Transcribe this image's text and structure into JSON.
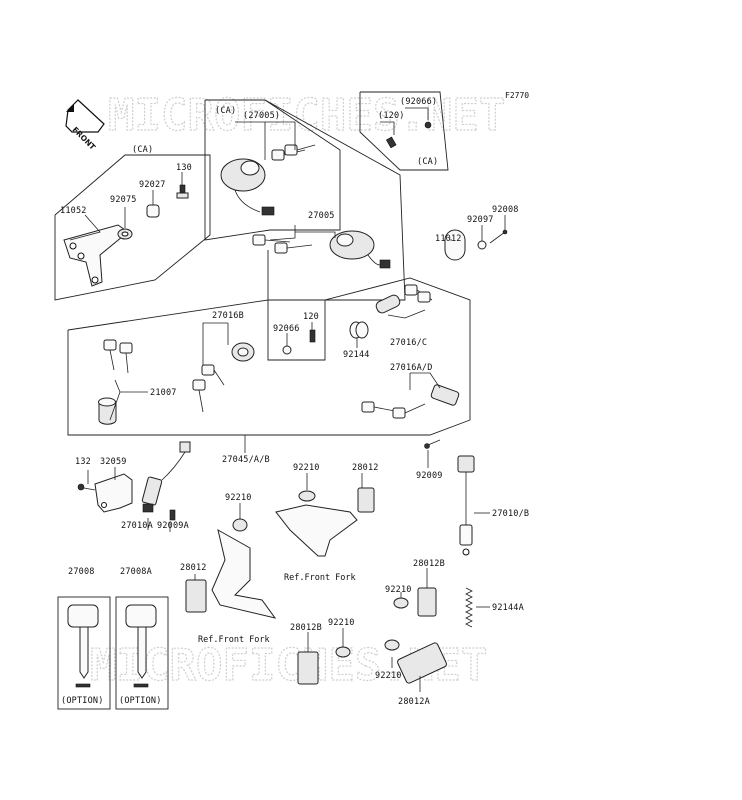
{
  "figure_code": "F2770",
  "watermark": "MICROFICHES.NET",
  "front_badge": "FRONT",
  "labels": {
    "ca1": "(CA)",
    "ca2": "(CA)",
    "ca3": "(CA)",
    "p92066_paren": "(92066)",
    "p120_paren": "(120)",
    "p27005_paren": "(27005)",
    "p130": "130",
    "p92027": "92027",
    "p92075": "92075",
    "p11052": "11052",
    "p27005": "27005",
    "p11012": "11012",
    "p92097": "92097",
    "p92008": "92008",
    "p27016B": "27016B",
    "p120": "120",
    "p92066": "92066",
    "p92144": "92144",
    "p27016C": "27016/C",
    "p27016AD": "27016A/D",
    "p21007": "21007",
    "p27045AB": "27045/A/B",
    "p92009": "92009",
    "p132": "132",
    "p32059": "32059",
    "p27010A": "27010A",
    "p92009A": "92009A",
    "p92210_a": "92210",
    "p28012_a": "28012",
    "p92210_b": "92210",
    "p28012_b": "28012",
    "p27010B": "27010/B",
    "p27008": "27008",
    "p27008A": "27008A",
    "p28012B_a": "28012B",
    "p92210_c": "92210",
    "p92144A": "92144A",
    "p28012B_b": "28012B",
    "p92210_d": "92210",
    "p92210_e": "92210",
    "p28012A": "28012A",
    "ref_fork_1": "Ref.Front Fork",
    "ref_fork_2": "Ref.Front Fork",
    "option_1": "(OPTION)",
    "option_2": "(OPTION)"
  }
}
